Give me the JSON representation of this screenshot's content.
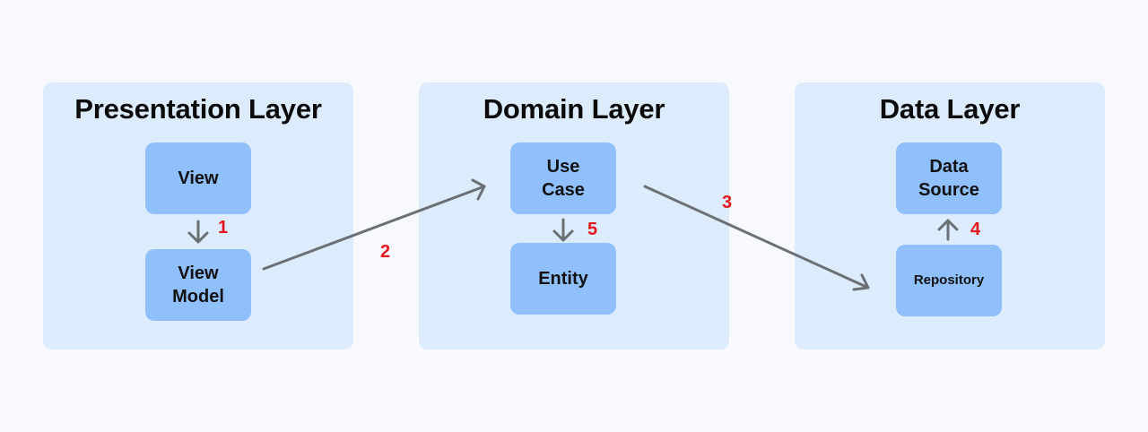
{
  "layers": [
    {
      "title": "Presentation Layer",
      "nodes": [
        "View",
        "View\nModel"
      ]
    },
    {
      "title": "Domain Layer",
      "nodes": [
        "Use\nCase",
        "Entity"
      ]
    },
    {
      "title": "Data Layer",
      "nodes": [
        "Data\nSource",
        "Repository"
      ]
    }
  ],
  "steps": [
    "1",
    "2",
    "3",
    "4",
    "5"
  ],
  "colors": {
    "background": "#f7f9fd",
    "layer": "#ddecfc",
    "node": "#8fc0fc",
    "arrow": "#6b7075",
    "step": "#e3161b"
  }
}
